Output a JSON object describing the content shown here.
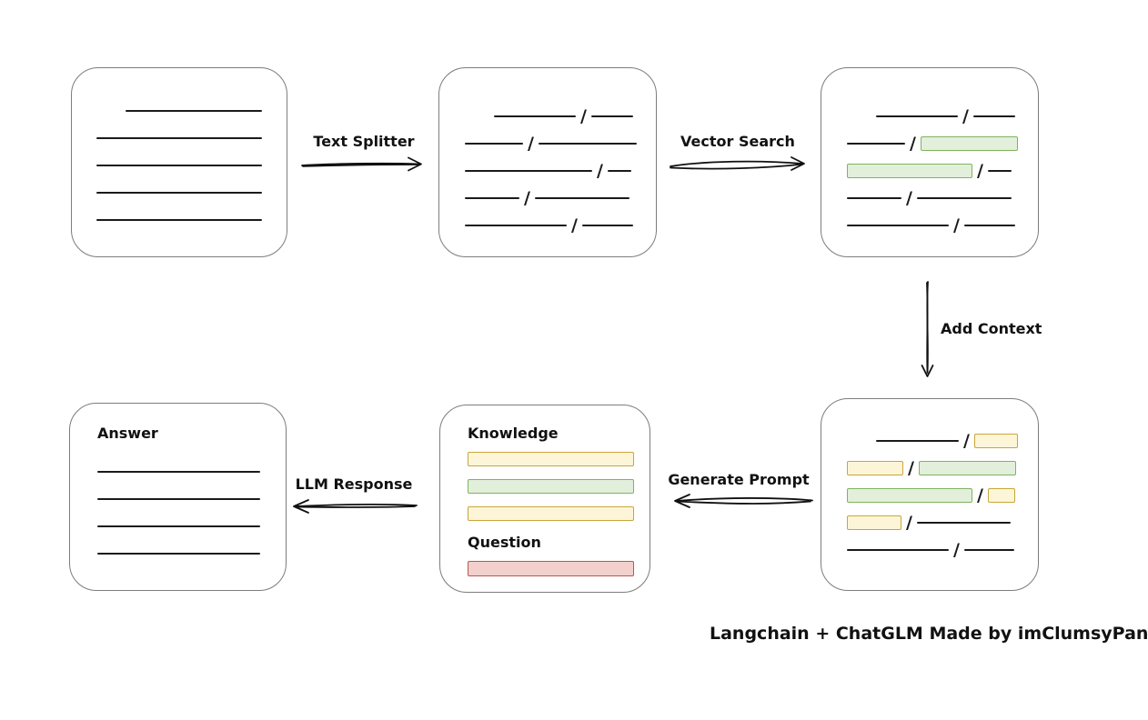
{
  "labels": {
    "text_splitter": "Text Splitter",
    "vector_search": "Vector Search",
    "add_context": "Add Context",
    "generate_prompt": "Generate Prompt",
    "llm_response": "LLM Response",
    "caption": "Langchain + ChatGLM Made by imClumsyPanda"
  },
  "prompt_box": {
    "knowledge_label": "Knowledge",
    "question_label": "Question",
    "knowledge_bars": [
      [
        {
          "kind": "yellow",
          "w": 183
        }
      ],
      [
        {
          "kind": "green",
          "w": 183
        }
      ],
      [
        {
          "kind": "yellow",
          "w": 183
        }
      ]
    ],
    "question_bars": [
      [
        {
          "kind": "red",
          "w": 183
        }
      ]
    ]
  },
  "answer_box": {
    "title": "Answer",
    "rows": [
      [
        {
          "kind": "line",
          "w": 179
        }
      ],
      [
        {
          "kind": "line",
          "w": 179
        }
      ],
      [
        {
          "kind": "line",
          "w": 179
        }
      ],
      [
        {
          "kind": "line",
          "w": 179
        }
      ]
    ]
  },
  "document_box": {
    "rows": [
      [
        {
          "kind": "line",
          "w": 150,
          "indent": 32
        }
      ],
      [
        {
          "kind": "line",
          "w": 182
        }
      ],
      [
        {
          "kind": "line",
          "w": 182
        }
      ],
      [
        {
          "kind": "line",
          "w": 182
        }
      ],
      [
        {
          "kind": "line",
          "w": 182
        }
      ]
    ]
  },
  "chunk_rows": {
    "split": [
      [
        {
          "kind": "line",
          "w": 90,
          "indent": 32
        },
        {
          "kind": "line",
          "w": 46
        }
      ],
      [
        {
          "kind": "line",
          "w": 64
        },
        {
          "kind": "line",
          "w": 108
        }
      ],
      [
        {
          "kind": "line",
          "w": 140
        },
        {
          "kind": "line",
          "w": 26
        }
      ],
      [
        {
          "kind": "line",
          "w": 60
        },
        {
          "kind": "line",
          "w": 104
        }
      ],
      [
        {
          "kind": "line",
          "w": 112
        },
        {
          "kind": "line",
          "w": 56
        }
      ]
    ],
    "matched": [
      [
        {
          "kind": "line",
          "w": 90,
          "indent": 32
        },
        {
          "kind": "line",
          "w": 46
        }
      ],
      [
        {
          "kind": "line",
          "w": 64
        },
        {
          "kind": "green",
          "w": 107
        }
      ],
      [
        {
          "kind": "green",
          "w": 138
        },
        {
          "kind": "line",
          "w": 26
        }
      ],
      [
        {
          "kind": "line",
          "w": 60
        },
        {
          "kind": "line",
          "w": 104
        }
      ],
      [
        {
          "kind": "line",
          "w": 112
        },
        {
          "kind": "line",
          "w": 56
        }
      ]
    ],
    "context": [
      [
        {
          "kind": "line",
          "w": 91,
          "indent": 32
        },
        {
          "kind": "yellow",
          "w": 48
        }
      ],
      [
        {
          "kind": "yellow",
          "w": 62
        },
        {
          "kind": "green",
          "w": 107
        }
      ],
      [
        {
          "kind": "green",
          "w": 138
        },
        {
          "kind": "yellow",
          "w": 30
        }
      ],
      [
        {
          "kind": "yellow",
          "w": 60
        },
        {
          "kind": "line",
          "w": 103
        }
      ],
      [
        {
          "kind": "line",
          "w": 112
        },
        {
          "kind": "line",
          "w": 55
        }
      ]
    ]
  },
  "misc": {
    "slash_separator": "/"
  },
  "colors": {
    "box_border": "#7d7d7d",
    "text_line": "#1a1a1a",
    "green_fill": "#e2efdb",
    "green_border": "#80b35e",
    "yellow_fill": "#fdf5d8",
    "yellow_border": "#c9a53b",
    "red_fill": "#f4d0cc",
    "red_border": "#b95752"
  }
}
